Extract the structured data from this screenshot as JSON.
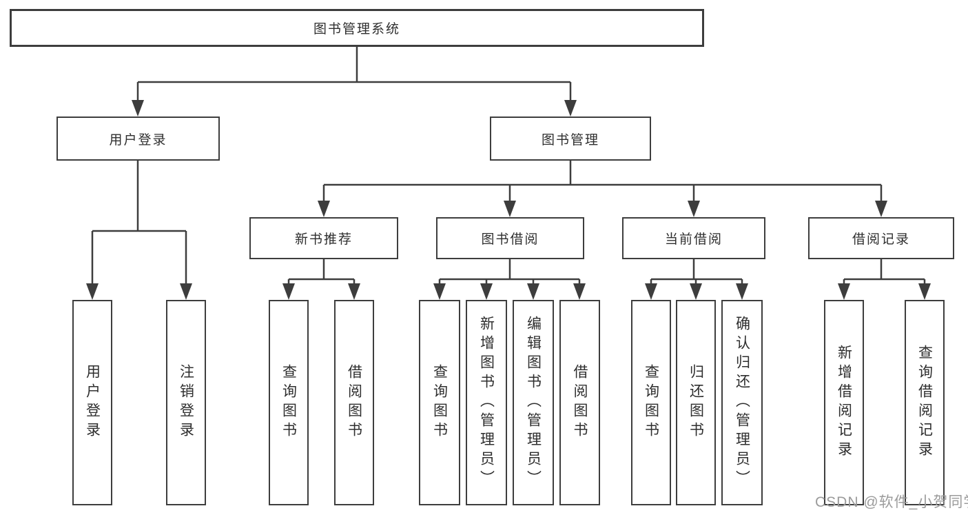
{
  "tree": {
    "root": {
      "label": "图书管理系统",
      "children": [
        {
          "label": "用户登录",
          "children": [
            {
              "label": "用户登录"
            },
            {
              "label": "注销登录"
            }
          ]
        },
        {
          "label": "图书管理",
          "children": [
            {
              "label": "新书推荐",
              "children": [
                {
                  "label": "查询图书"
                },
                {
                  "label": "借阅图书"
                }
              ]
            },
            {
              "label": "图书借阅",
              "children": [
                {
                  "label": "查询图书"
                },
                {
                  "label": "新增图书（管理员）"
                },
                {
                  "label": "编辑图书（管理员）"
                },
                {
                  "label": "借阅图书"
                }
              ]
            },
            {
              "label": "当前借阅",
              "children": [
                {
                  "label": "查询图书"
                },
                {
                  "label": "归还图书"
                },
                {
                  "label": "确认归还（管理员）"
                }
              ]
            },
            {
              "label": "借阅记录",
              "children": [
                {
                  "label": "新增借阅记录"
                },
                {
                  "label": "查询借阅记录"
                }
              ]
            }
          ]
        }
      ]
    }
  },
  "watermark": {
    "text": "CSDN @软件_小贺同学"
  },
  "colors": {
    "line": "#3d3d3d",
    "box_border": "#3d3d3d",
    "text": "#2e2e2e",
    "watermark": "#9b9b9b",
    "background": "#ffffff"
  }
}
